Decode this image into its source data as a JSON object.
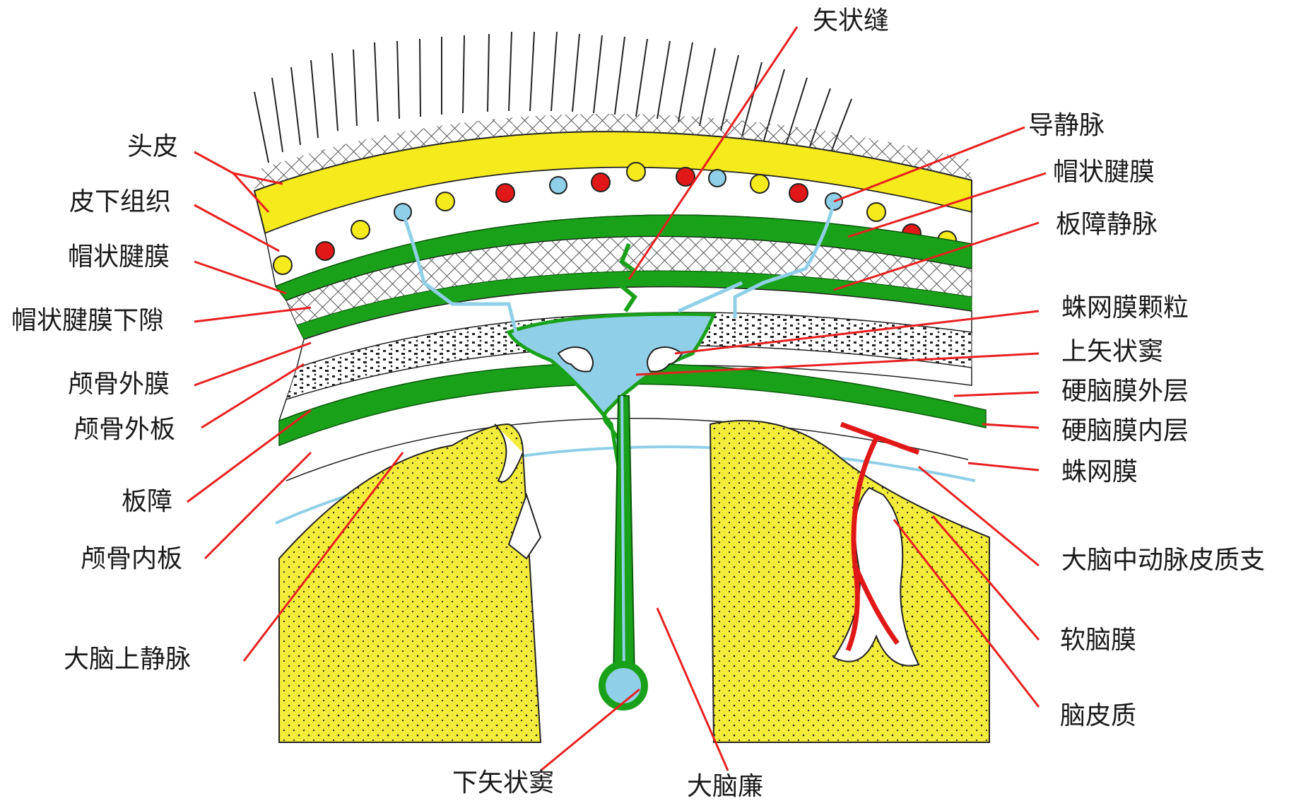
{
  "labels": {
    "sagittal_suture": "矢状缝",
    "scalp": "头皮",
    "subcutaneous_tissue": "皮下组织",
    "galea_left": "帽状腱膜",
    "subgaleal_space": "帽状腱膜下隙",
    "pericranium": "颅骨外膜",
    "outer_table": "颅骨外板",
    "diploe": "板障",
    "inner_table": "颅骨内板",
    "superior_cerebral_vein": "大脑上静脉",
    "emissary_vein": "导静脉",
    "galea_right": "帽状腱膜",
    "diploic_vein": "板障静脉",
    "arachnoid_granulation": "蛛网膜颗粒",
    "superior_sagittal_sinus": "上矢状窦",
    "dura_outer_layer": "硬脑膜外层",
    "dura_inner_layer": "硬脑膜内层",
    "arachnoid": "蛛网膜",
    "mca_cortical_branch": "大脑中动脉皮质支",
    "pia_mater": "软脑膜",
    "cerebral_cortex": "脑皮质",
    "inferior_sagittal_sinus": "下矢状窦",
    "falx_cerebri": "大脑廉"
  },
  "colors": {
    "scalp_yellow": "#f5ea1c",
    "brain_yellow": "#f3ec3a",
    "dura_green": "#1aa11a",
    "sinus_blue": "#8fd0e8",
    "artery_red": "#e01818",
    "leader_red": "#e82020",
    "ink": "#1a1a1a"
  }
}
